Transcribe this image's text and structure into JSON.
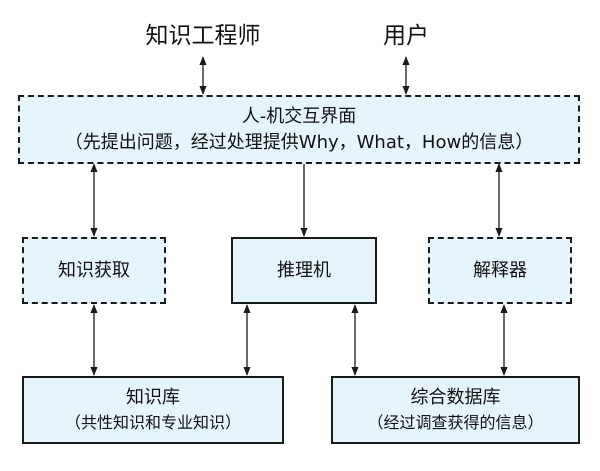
{
  "top_labels": {
    "engineer": "知识工程师",
    "user": "用户"
  },
  "interface": {
    "title": "人-机交互界面",
    "subtitle": "（先提出问题，经过处理提供Why，What，How的信息）"
  },
  "modules": {
    "acquisition": "知识获取",
    "inference": "推理机",
    "explainer": "解释器"
  },
  "knowledge_base": {
    "title": "知识库",
    "subtitle": "（共性知识和专业知识）"
  },
  "database": {
    "title": "综合数据库",
    "subtitle": "（经过调查获得的信息）"
  }
}
